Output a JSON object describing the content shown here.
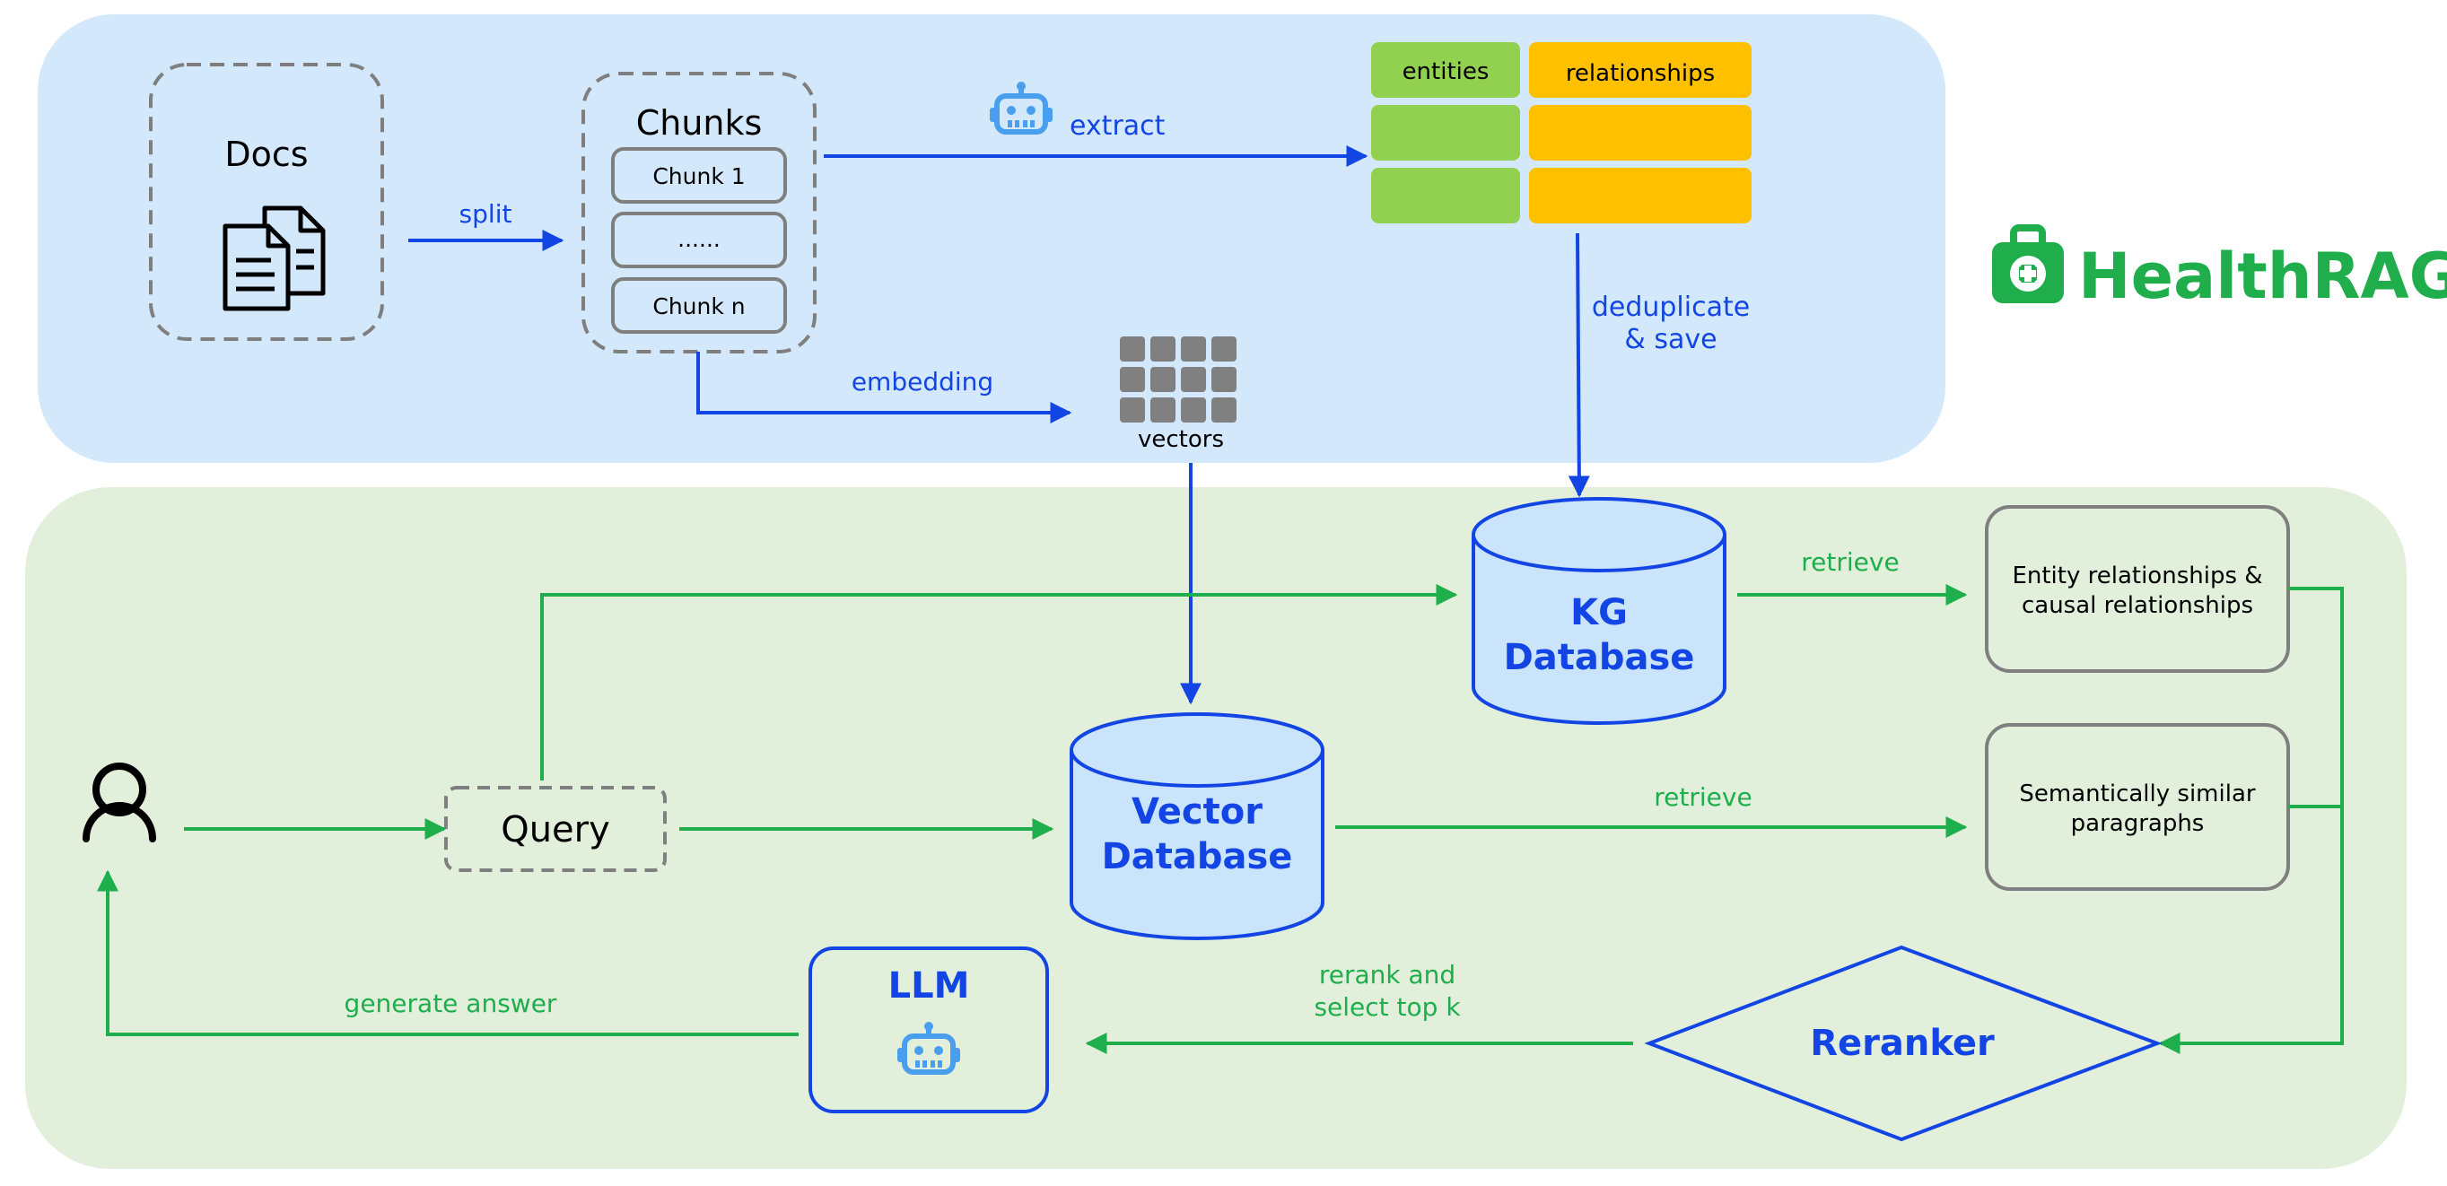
{
  "colors": {
    "blue_panel": "#d3e9fb",
    "green_panel": "#e2efdb",
    "blue": "#1245e3",
    "green": "#1eae4c",
    "gray": "#7f7f7f",
    "entity_green": "#92d050",
    "relation_orange": "#ffc000",
    "db_fill": "#c9e4fb",
    "robot": "#4a9eee",
    "brand_green": "#1fae4b"
  },
  "brand": {
    "name": "HealthRAG",
    "icon": "medical-kit-icon"
  },
  "docs": {
    "title": "Docs",
    "icon": "documents-icon"
  },
  "chunks": {
    "title": "Chunks",
    "items": [
      "Chunk 1",
      "......",
      "Chunk n"
    ]
  },
  "table": {
    "col1": "entities",
    "col2": "relationships"
  },
  "vectors": {
    "label": "vectors",
    "icon": "grid-icon"
  },
  "labels": {
    "split": "split",
    "extract": "extract",
    "embedding": "embedding",
    "deduplicate_1": "deduplicate",
    "deduplicate_2": "& save",
    "retrieve_kg": "retrieve",
    "retrieve_vec": "retrieve",
    "rerank_1": "rerank and",
    "rerank_2": "select top k",
    "generate": "generate answer"
  },
  "kg_db": {
    "line1": "KG",
    "line2": "Database"
  },
  "vector_db": {
    "line1": "Vector",
    "line2": "Database"
  },
  "query": "Query",
  "results": {
    "kg_line1": "Entity relationships &",
    "kg_line2": "causal relationships",
    "vec_line1": "Semantically similar",
    "vec_line2": "paragraphs"
  },
  "reranker": "Reranker",
  "llm": {
    "title": "LLM",
    "icon": "robot-icon"
  },
  "user": {
    "icon": "user-icon"
  }
}
